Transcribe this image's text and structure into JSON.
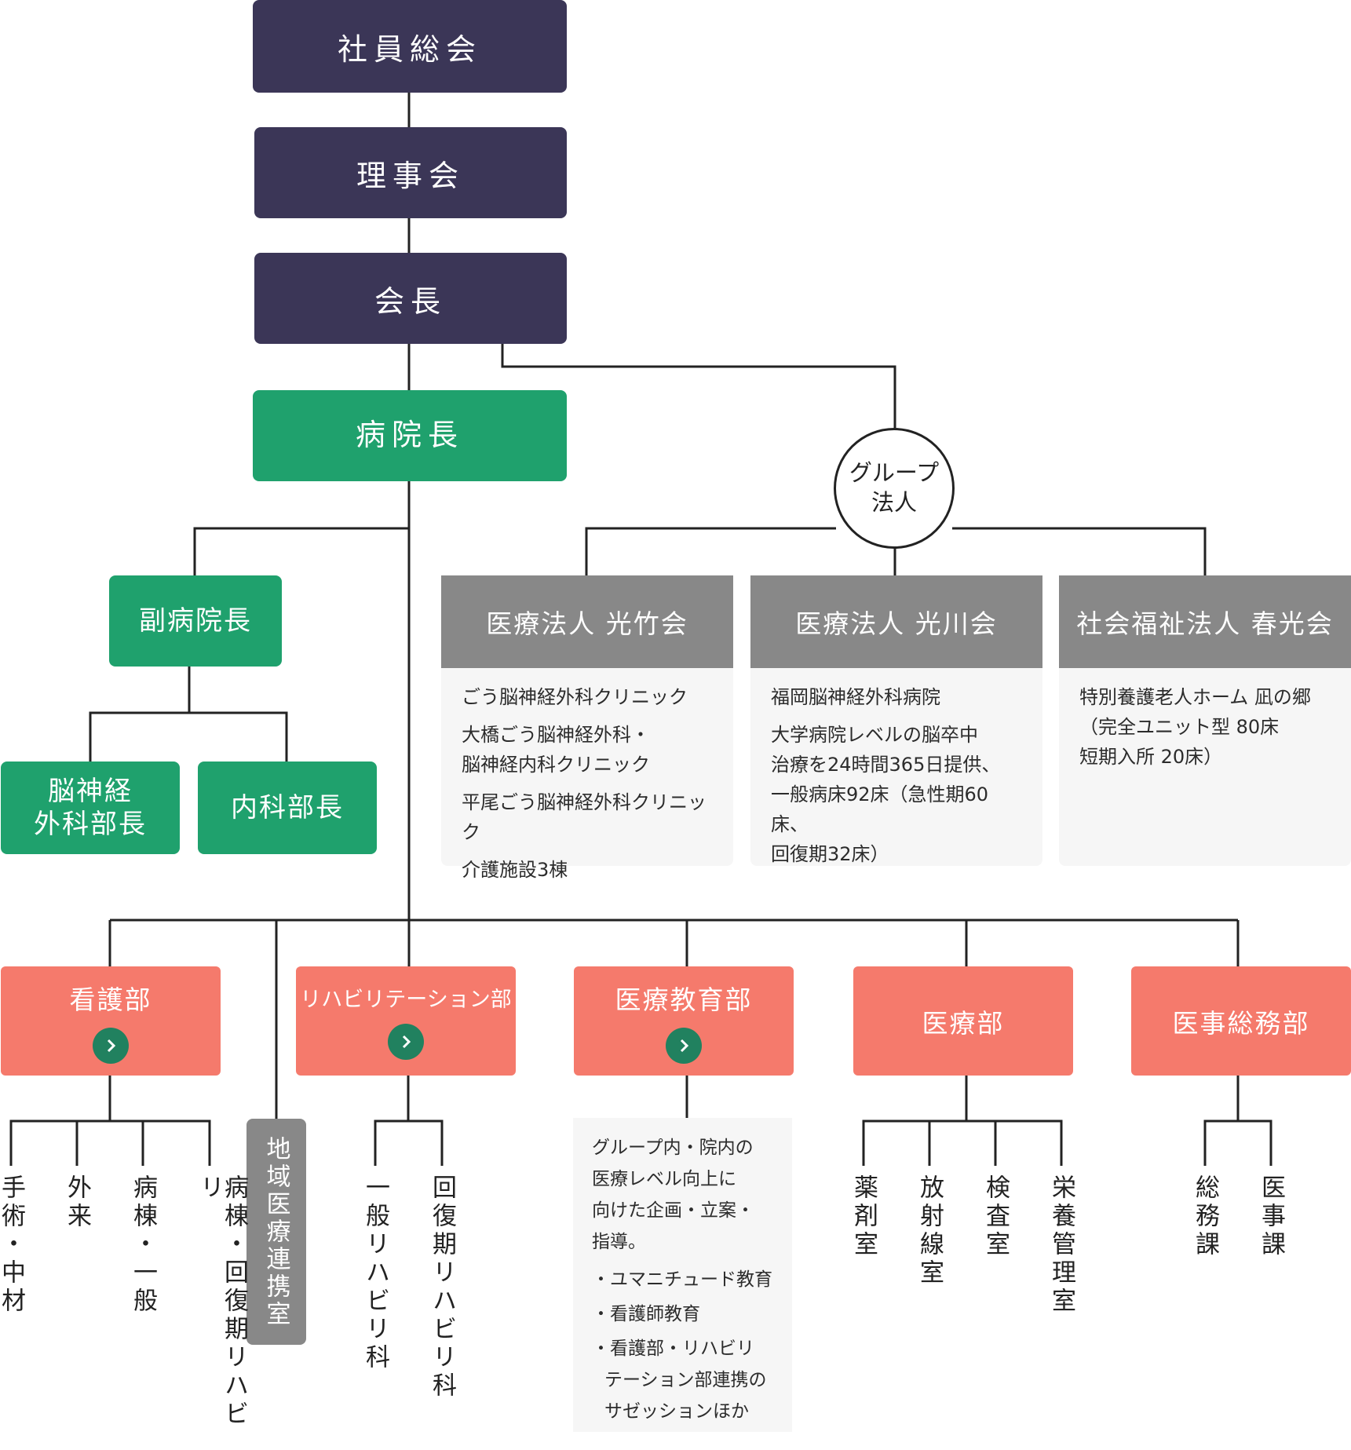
{
  "top": {
    "general_meeting": "社員総会",
    "board": "理事会",
    "chairman": "会長",
    "director": "病院長"
  },
  "vice": {
    "vice_director": "副病院長",
    "neurosurgery_head": [
      "脳神経",
      "外科部長"
    ],
    "internal_head": "内科部長"
  },
  "group": {
    "label": [
      "グループ",
      "法人"
    ],
    "corps": [
      {
        "name": "医療法人 光竹会",
        "items": [
          "ごう脳神経外科クリニック",
          "大橋ごう脳神経外科・",
          "脳神経内科クリニック",
          "平尾ごう脳神経外科クリニック",
          "介護施設3棟"
        ]
      },
      {
        "name": "医療法人 光川会",
        "items": [
          "福岡脳神経外科病院",
          "大学病院レベルの脳卒中",
          "治療を24時間365日提供、",
          "一般病床92床（急性期60床、",
          "回復期32床）"
        ]
      },
      {
        "name": "社会福祉法人 春光会",
        "items": [
          "特別養護老人ホーム 凪の郷",
          "（完全ユニット型 80床",
          "短期入所 20床）"
        ]
      }
    ]
  },
  "depts": {
    "nursing": "看護部",
    "rehab": "リハビリテーション部",
    "education": "医療教育部",
    "medical": "医療部",
    "admin": "医事総務部"
  },
  "regional": "地域医療連携室",
  "sub": {
    "nursing": [
      "手術・中材",
      "外来",
      "病棟・一般",
      "病棟・回復期リハビリ"
    ],
    "rehab": [
      "一般リハビリ科",
      "回復期リハビリ科"
    ],
    "medical": [
      "薬剤室",
      "放射線室",
      "検査室",
      "栄養管理室"
    ],
    "admin": [
      "総務課",
      "医事課"
    ]
  },
  "education_note": {
    "intro": [
      "グループ内・院内の",
      "医療レベル向上に",
      "向けた企画・立案・",
      "指導。"
    ],
    "items": [
      "・ユマニチュード教育",
      "・看護師教育",
      "・看護部・リハビリ",
      "テーション部連携の",
      "サゼッションほか"
    ]
  },
  "colors": {
    "navy": "#3b3657",
    "green": "#1fa16d",
    "salmon": "#f57a6c",
    "gray": "#888888",
    "button": "#21815f"
  },
  "icons": {
    "dept_button": "chevron-right-icon"
  }
}
